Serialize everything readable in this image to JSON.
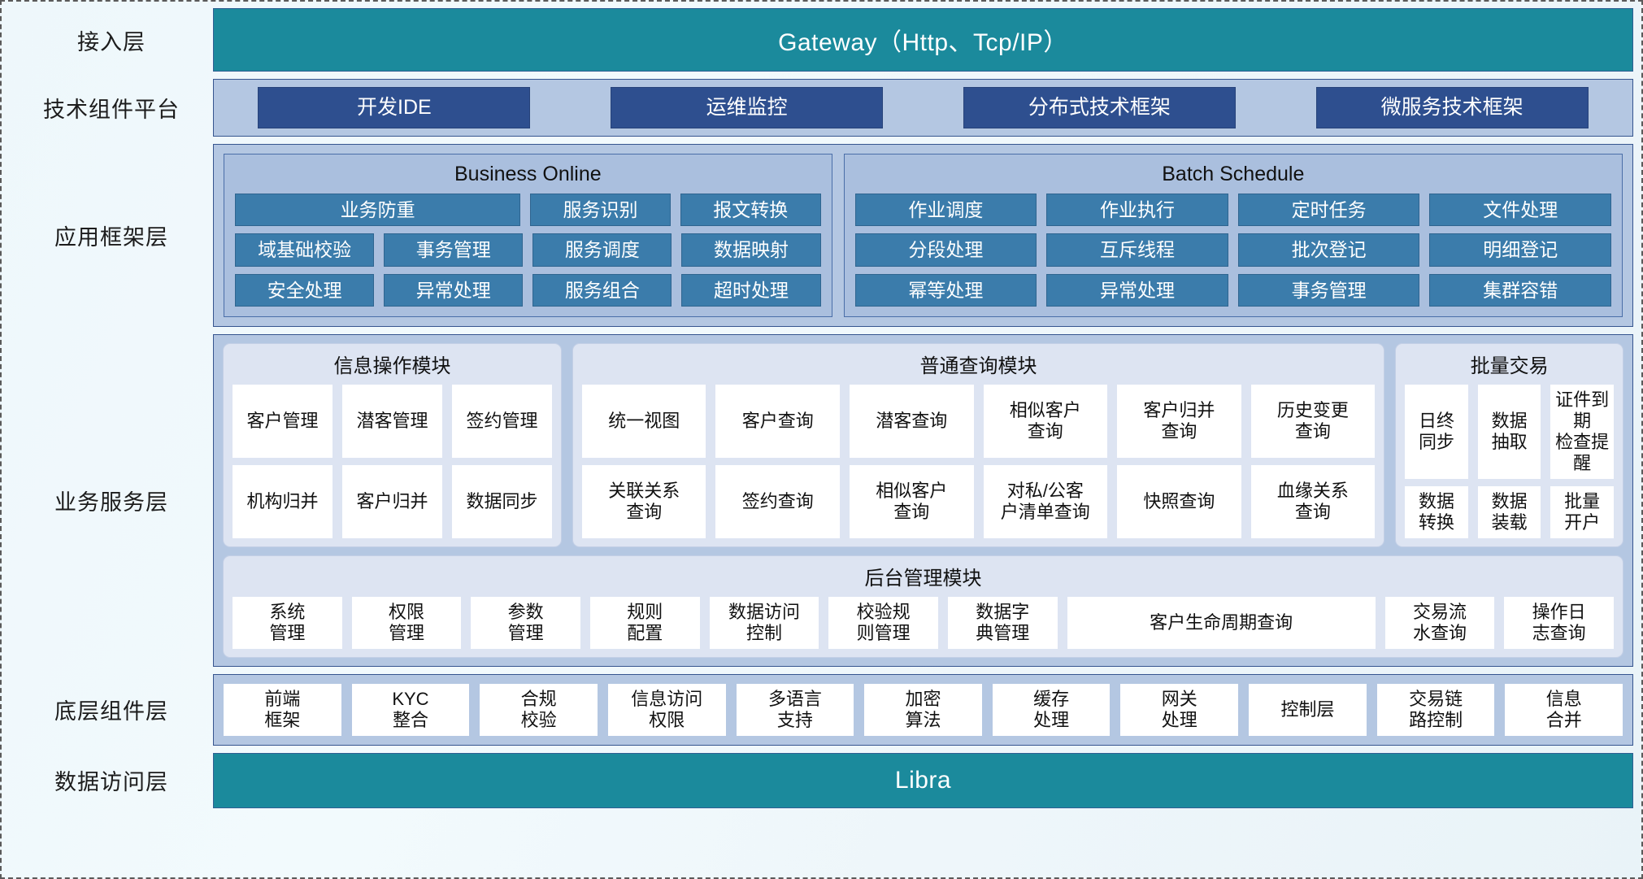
{
  "layers": {
    "access": {
      "label": "接入层",
      "banner": "Gateway（Http、Tcp/IP）"
    },
    "tech": {
      "label": "技术组件平台",
      "chips": [
        "开发IDE",
        "运维监控",
        "分布式技术框架",
        "微服务技术框架"
      ]
    },
    "framework": {
      "label": "应用框架层",
      "groups": [
        {
          "title": "Business Online",
          "rows": [
            [
              "业务防重",
              "服务识别",
              "报文转换"
            ],
            [
              "域基础校验",
              "事务管理",
              "服务调度",
              "数据映射"
            ],
            [
              "安全处理",
              "异常处理",
              "服务组合",
              "超时处理"
            ]
          ]
        },
        {
          "title": "Batch Schedule",
          "rows": [
            [
              "作业调度",
              "作业执行",
              "定时任务",
              "文件处理"
            ],
            [
              "分段处理",
              "互斥线程",
              "批次登记",
              "明细登记"
            ],
            [
              "幂等处理",
              "异常处理",
              "事务管理",
              "集群容错"
            ]
          ]
        }
      ]
    },
    "service": {
      "label": "业务服务层",
      "groups": [
        {
          "title": "信息操作模块",
          "rows": [
            [
              "客户管理",
              "潜客管理",
              "签约管理"
            ],
            [
              "机构归并",
              "客户归并",
              "数据同步"
            ]
          ]
        },
        {
          "title": "普通查询模块",
          "rows": [
            [
              "统一视图",
              "客户查询",
              "潜客查询",
              "相似客户查询",
              "客户归并查询",
              "历史变更查询"
            ],
            [
              "关联关系查询",
              "签约查询",
              "相似客户查询",
              "对私/公客户清单查询",
              "快照查询",
              "血缘关系查询"
            ]
          ]
        },
        {
          "title": "批量交易",
          "rows": [
            [
              "日终同步",
              "数据抽取",
              "证件到期检查提醒"
            ],
            [
              "数据转换",
              "数据装载",
              "批量开户"
            ]
          ]
        }
      ],
      "backend": {
        "title": "后台管理模块",
        "cells": [
          "系统管理",
          "权限管理",
          "参数管理",
          "规则配置",
          "数据访问控制",
          "校验规则管理",
          "数据字典管理",
          "客户生命周期查询",
          "交易流水查询",
          "操作日志查询"
        ]
      }
    },
    "components": {
      "label": "底层组件层",
      "cells": [
        "前端框架",
        "KYC整合",
        "合规校验",
        "信息访问权限",
        "多语言支持",
        "加密算法",
        "缓存处理",
        "网关处理",
        "控制层",
        "交易链路控制",
        "信息合并"
      ]
    },
    "data": {
      "label": "数据访问层",
      "banner": "Libra"
    }
  },
  "colors": {
    "teal": "#1b8a9c",
    "panel_blue": "#b4c7e2",
    "chip_navy": "#2e4f8f",
    "cell_blue": "#3b7cab",
    "group_light": "#dde4f2"
  }
}
